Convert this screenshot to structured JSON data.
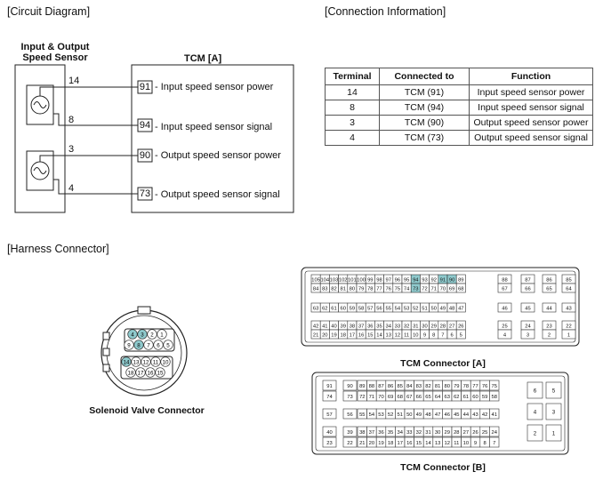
{
  "sections": {
    "circuit": "[Circuit Diagram]",
    "connection": "[Connection Information]",
    "harness": "[Harness Connector]"
  },
  "circuit": {
    "sensor_title_l1": "Input & Output",
    "sensor_title_l2": "Speed Sensor",
    "tcm_title": "TCM [A]",
    "wires": [
      {
        "pin": "14",
        "tcm_pin": "91",
        "label": "- Input speed sensor power"
      },
      {
        "pin": "8",
        "tcm_pin": "94",
        "label": "- Input speed sensor signal"
      },
      {
        "pin": "3",
        "tcm_pin": "90",
        "label": "- Output speed sensor power"
      },
      {
        "pin": "4",
        "tcm_pin": "73",
        "label": "- Output speed sensor signal"
      }
    ]
  },
  "connection_table": {
    "headers": [
      "Terminal",
      "Connected to",
      "Function"
    ],
    "rows": [
      [
        "14",
        "TCM (91)",
        "Input speed sensor power"
      ],
      [
        "8",
        "TCM (94)",
        "Input speed sensor signal"
      ],
      [
        "3",
        "TCM (90)",
        "Output speed sensor power"
      ],
      [
        "4",
        "TCM (73)",
        "Output speed sensor signal"
      ]
    ]
  },
  "solenoid": {
    "caption": "Solenoid Valve Connector",
    "top_pins": [
      "4",
      "3",
      "2",
      "1",
      "9",
      "8",
      "7",
      "6",
      "5"
    ],
    "bottom_pins": [
      "14",
      "13",
      "12",
      "11",
      "10",
      "18",
      "17",
      "16",
      "15"
    ],
    "highlighted": [
      "4",
      "3",
      "8",
      "14"
    ]
  },
  "tcm_a": {
    "caption": "TCM Connector [A]",
    "highlighted": [
      "94",
      "91",
      "90",
      "73"
    ],
    "rows": [
      [
        "105",
        "104",
        "103",
        "102",
        "101",
        "100",
        "99",
        "98",
        "97",
        "96",
        "95",
        "94",
        "93",
        "92",
        "91",
        "90",
        "89"
      ],
      [
        "84",
        "83",
        "82",
        "81",
        "80",
        "79",
        "78",
        "77",
        "76",
        "75",
        "74",
        "73",
        "72",
        "71",
        "70",
        "69",
        "68"
      ],
      [
        "63",
        "62",
        "61",
        "60",
        "59",
        "58",
        "57",
        "56",
        "55",
        "54",
        "53",
        "52",
        "51",
        "50",
        "49",
        "48",
        "47"
      ],
      [
        "42",
        "41",
        "40",
        "39",
        "38",
        "37",
        "36",
        "35",
        "34",
        "33",
        "32",
        "31",
        "30",
        "29",
        "28",
        "27",
        "26"
      ],
      [
        "21",
        "20",
        "19",
        "18",
        "17",
        "16",
        "15",
        "14",
        "13",
        "12",
        "11",
        "10",
        "9",
        "8",
        "7",
        "6",
        "5"
      ]
    ],
    "side": [
      [
        "88",
        "87",
        "86",
        "85"
      ],
      [
        "67",
        "66",
        "65",
        "64"
      ],
      [
        "46",
        "45",
        "44",
        "43"
      ],
      [
        "25",
        "24",
        "23",
        "22"
      ],
      [
        "4",
        "3",
        "2",
        "1"
      ]
    ]
  },
  "tcm_b": {
    "caption": "TCM Connector [B]",
    "rows": [
      [
        "91",
        "90",
        "89",
        "88",
        "87",
        "86",
        "85",
        "84",
        "83",
        "82",
        "81",
        "80",
        "79",
        "78",
        "77",
        "76",
        "75"
      ],
      [
        "74",
        "73",
        "72",
        "71",
        "70",
        "69",
        "68",
        "67",
        "66",
        "65",
        "64",
        "63",
        "62",
        "61",
        "60",
        "59",
        "58"
      ],
      [
        "57",
        "56",
        "55",
        "54",
        "53",
        "52",
        "51",
        "50",
        "49",
        "48",
        "47",
        "46",
        "45",
        "44",
        "43",
        "42",
        "41"
      ],
      [
        "40",
        "39",
        "38",
        "37",
        "36",
        "35",
        "34",
        "33",
        "32",
        "31",
        "30",
        "29",
        "28",
        "27",
        "26",
        "25",
        "24"
      ],
      [
        "23",
        "22",
        "21",
        "20",
        "19",
        "18",
        "17",
        "16",
        "15",
        "14",
        "13",
        "12",
        "11",
        "10",
        "9",
        "8",
        "7"
      ]
    ],
    "side": [
      [
        "6",
        "5"
      ],
      [
        "4",
        "3"
      ],
      [
        "2",
        "1"
      ]
    ]
  },
  "colors": {
    "highlight": "#8ec9cc",
    "line": "#222222"
  }
}
